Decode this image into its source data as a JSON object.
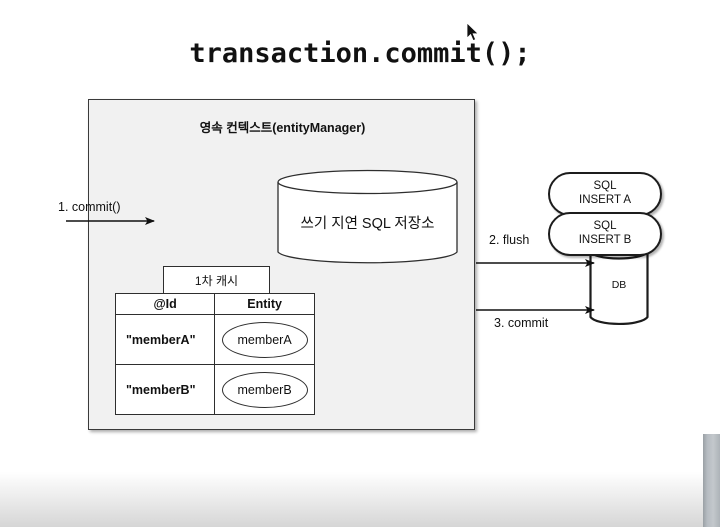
{
  "slide": {
    "title": "transaction.commit();"
  },
  "persistence_context": {
    "title": "영속 컨텍스트(entityManager)",
    "sql_store": {
      "label": "쓰기 지연 SQL 저장소"
    },
    "first_level_cache": {
      "caption": "1차 캐시",
      "columns": [
        "@Id",
        "Entity"
      ],
      "rows": [
        {
          "id": "\"memberA\"",
          "entity": "memberA"
        },
        {
          "id": "\"memberB\"",
          "entity": "memberB"
        }
      ]
    }
  },
  "database": {
    "label": "DB",
    "sql_statements": [
      {
        "line1": "SQL",
        "line2": "INSERT A"
      },
      {
        "line1": "SQL",
        "line2": "INSERT B"
      }
    ]
  },
  "arrows": {
    "commit": "1. commit()",
    "flush": "2. flush",
    "commit_db": "3. commit"
  },
  "colors": {
    "panel_background": "#f1f1f1",
    "panel_border": "#3a3a3a",
    "stroke": "#2e2e2e",
    "text": "#111111",
    "canvas": "#ffffff"
  },
  "icons": {
    "cursor": "mouse-pointer-icon"
  }
}
